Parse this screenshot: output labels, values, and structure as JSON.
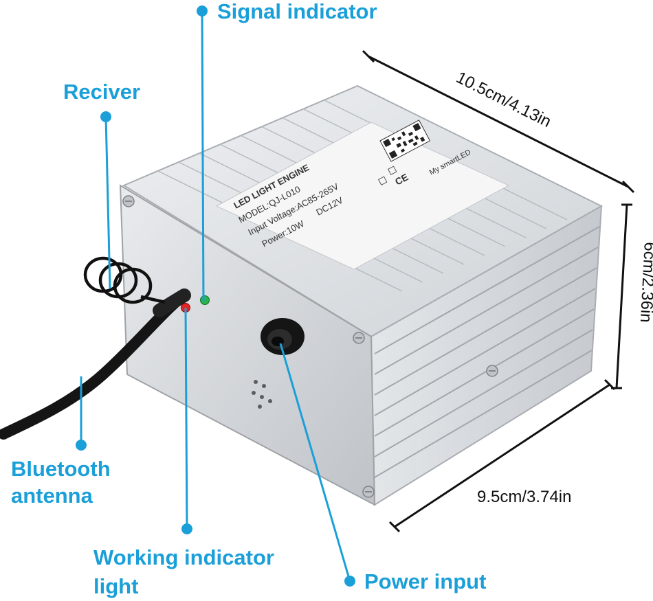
{
  "colors": {
    "callout": "#1a9fd8",
    "dimension": "#111111",
    "housing": "#d7dadd",
    "red_led": "#e52222",
    "green_led": "#2bb24a"
  },
  "callouts": {
    "signal": "Signal indicator",
    "receiver": "Reciver",
    "bluetooth_1": "Bluetooth",
    "bluetooth_2": "antenna",
    "working_1": "Working indicator",
    "working_2": "light",
    "power": "Power input"
  },
  "dimensions": {
    "length": "10.5cm/4.13in",
    "height": "6cm/2.36in",
    "width": "9.5cm/3.74in"
  },
  "label": {
    "title": "LED LIGHT ENGINE",
    "model": "MODEL:QJ-L010",
    "input": "Input Voltage:AC85-265V",
    "dc": "DC12V",
    "power": "Power:10W",
    "brand": "My smartLED",
    "ce": "CE"
  }
}
